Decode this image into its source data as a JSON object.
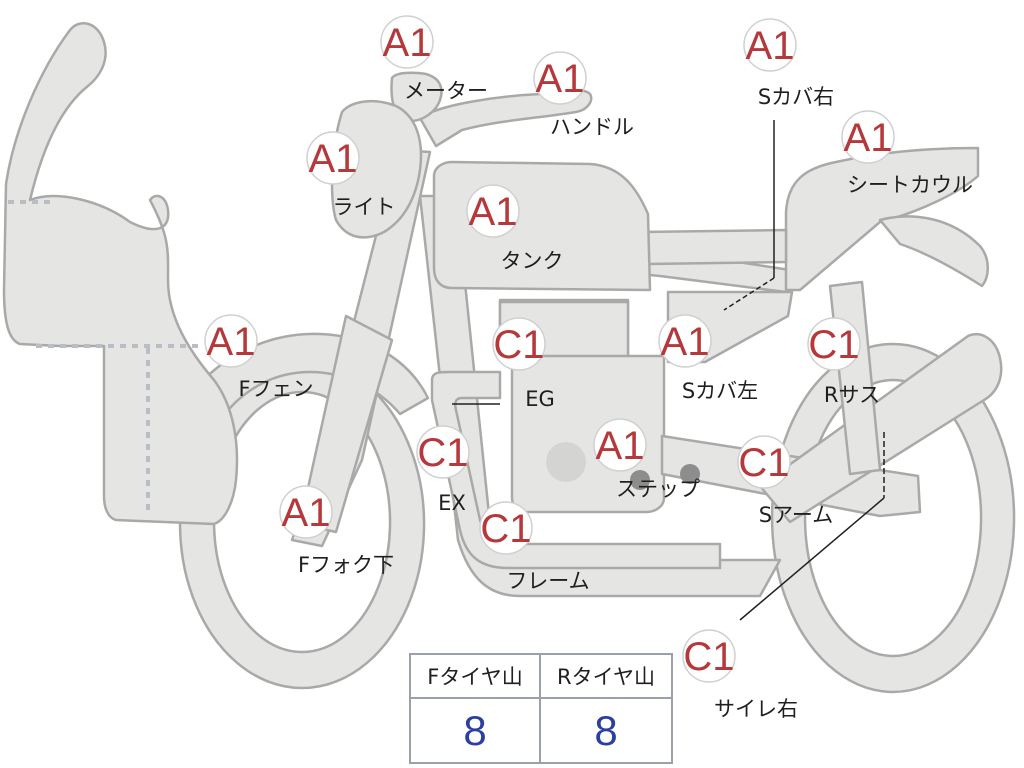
{
  "parts": [
    {
      "id": "meter",
      "grade": "A1",
      "label": "メーター"
    },
    {
      "id": "handle",
      "grade": "A1",
      "label": "ハンドル"
    },
    {
      "id": "side-cover-right",
      "grade": "A1",
      "label": "Sカバ右"
    },
    {
      "id": "light",
      "grade": "A1",
      "label": "ライト"
    },
    {
      "id": "seat-cowl",
      "grade": "A1",
      "label": "シートカウル"
    },
    {
      "id": "tank",
      "grade": "A1",
      "label": "タンク"
    },
    {
      "id": "front-fender",
      "grade": "A1",
      "label": "Fフェン"
    },
    {
      "id": "engine",
      "grade": "C1",
      "label": "EG"
    },
    {
      "id": "side-cover-left",
      "grade": "A1",
      "label": "Sカバ左"
    },
    {
      "id": "rear-suspension",
      "grade": "C1",
      "label": "Rサス"
    },
    {
      "id": "exhaust",
      "grade": "C1",
      "label": "EX"
    },
    {
      "id": "step",
      "grade": "A1",
      "label": "ステップ"
    },
    {
      "id": "swing-arm",
      "grade": "C1",
      "label": "Sアーム"
    },
    {
      "id": "front-fork-lower",
      "grade": "A1",
      "label": "Fフォク下"
    },
    {
      "id": "frame",
      "grade": "C1",
      "label": "フレーム"
    },
    {
      "id": "silencer-right",
      "grade": "C1",
      "label": "サイレ右"
    }
  ],
  "tire_tread": {
    "front_label": "Fタイヤ山",
    "rear_label": "Rタイヤ山",
    "front_value": "8",
    "rear_value": "8"
  },
  "colors": {
    "part_fill": "#e5e5e3",
    "part_stroke": "#a9a9a7",
    "grade_text": "#b5383b",
    "tread_value": "#2b3fa0"
  }
}
